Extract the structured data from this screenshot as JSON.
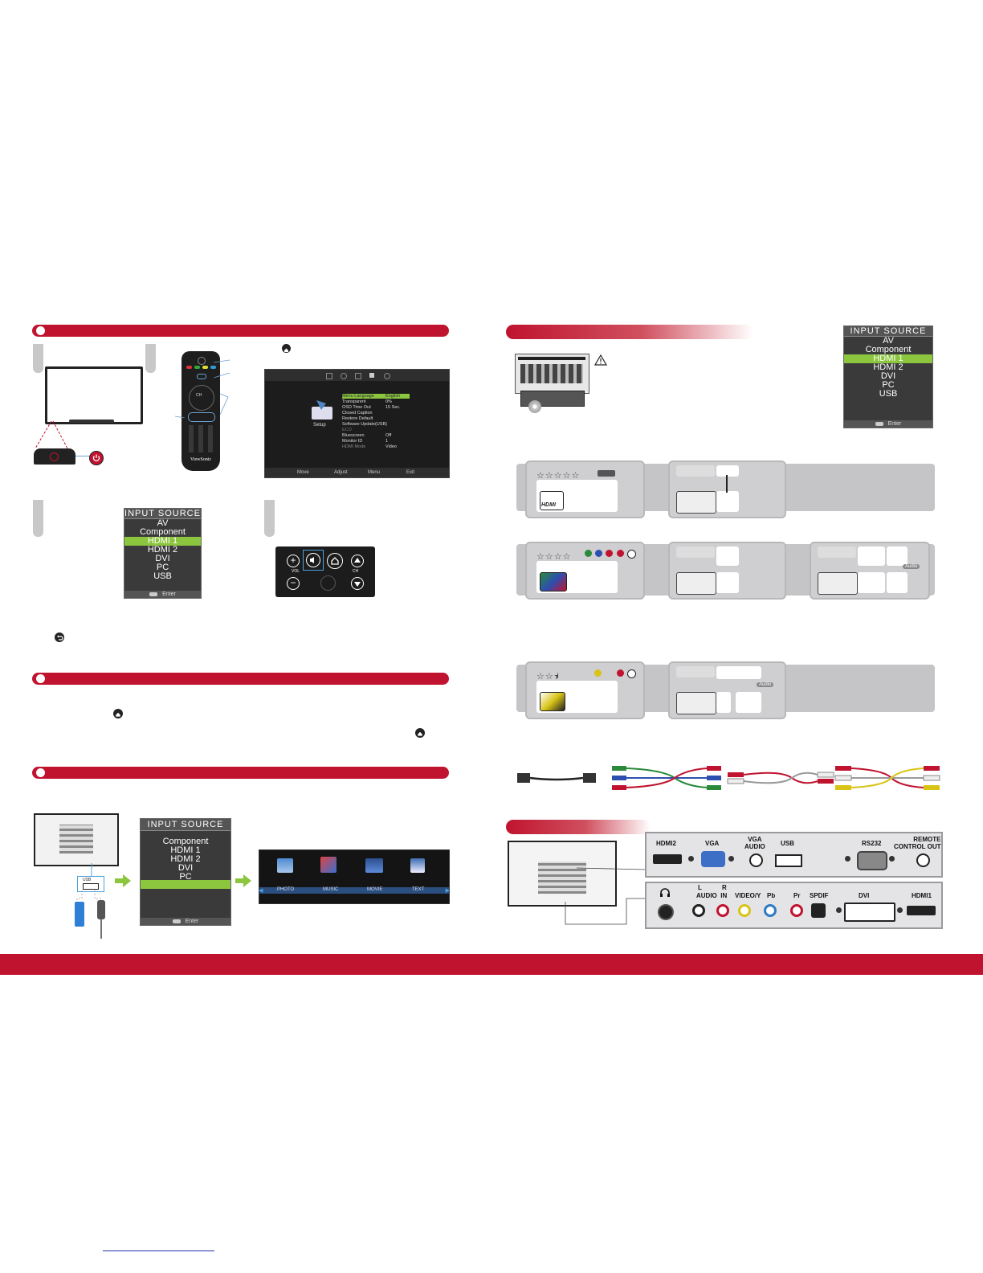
{
  "left": {
    "remote_brand": "ViewSonic",
    "remote_ch": "CH",
    "osd": {
      "icon_label": "Setup",
      "menu_rows": [
        {
          "label": "Menu Language",
          "value": "English"
        },
        {
          "label": "Transparent",
          "value": "0%"
        },
        {
          "label": "OSD Time Out",
          "value": "15 Sec."
        },
        {
          "label": "Closed Caption",
          "value": ""
        },
        {
          "label": "Restore Default",
          "value": ""
        },
        {
          "label": "Software Update(USB)",
          "value": ""
        },
        {
          "label": "ECO",
          "value": ""
        },
        {
          "label": "Bluescreen",
          "value": "Off"
        },
        {
          "label": "Monitor ID",
          "value": "1"
        },
        {
          "label": "HDMI Mode",
          "value": "Video"
        }
      ],
      "footer": [
        "Move",
        "Adjust",
        "Menu",
        "Exit"
      ]
    },
    "input_source_menu_1": {
      "title": "INPUT SOURCE",
      "items": [
        "AV",
        "Component",
        "HDMI 1",
        "HDMI 2",
        "DVI",
        "PC",
        "USB"
      ],
      "selected": "HDMI 1",
      "footer": "Enter"
    },
    "panel_buttons": {
      "vol": "VOL",
      "ch": "CH"
    },
    "input_source_menu_2": {
      "title": "INPUT SOURCE",
      "items": [
        "Component",
        "HDMI 1",
        "HDMI 2",
        "DVI",
        "PC",
        ""
      ],
      "selected": "",
      "footer": "Enter"
    },
    "usb_label": "USB",
    "media_bar": [
      "PHOTO",
      "MUSIC",
      "MOVIE",
      "TEXT"
    ]
  },
  "right": {
    "input_source_menu": {
      "title": "INPUT SOURCE",
      "items": [
        "AV",
        "Component",
        "HDMI 1",
        "HDMI 2",
        "DVI",
        "PC",
        "USB"
      ],
      "selected": "HDMI 1",
      "footer": "Enter"
    },
    "hdmi_logo": "HDMI",
    "audio_tag": "Audio",
    "top_panel_labels": {
      "hdmi2": "HDMI2",
      "vga": "VGA",
      "vga_audio": "VGA\nAUDIO",
      "usb": "USB",
      "rs232": "RS232",
      "remote": "REMOTE\nCONTROL OUT"
    },
    "bottom_panel_labels": {
      "l": "L",
      "r": "R",
      "audio_in": "AUDIO  IN",
      "video_y": "VIDEO/Y",
      "pb": "Pb",
      "pr": "Pr",
      "spdif": "SPDIF",
      "dvi": "DVI",
      "hdmi1": "HDMI1"
    }
  },
  "colors": {
    "brand_red": "#c0132f",
    "menu_green": "#8cc63f",
    "arrow_green": "#8cc63f"
  }
}
